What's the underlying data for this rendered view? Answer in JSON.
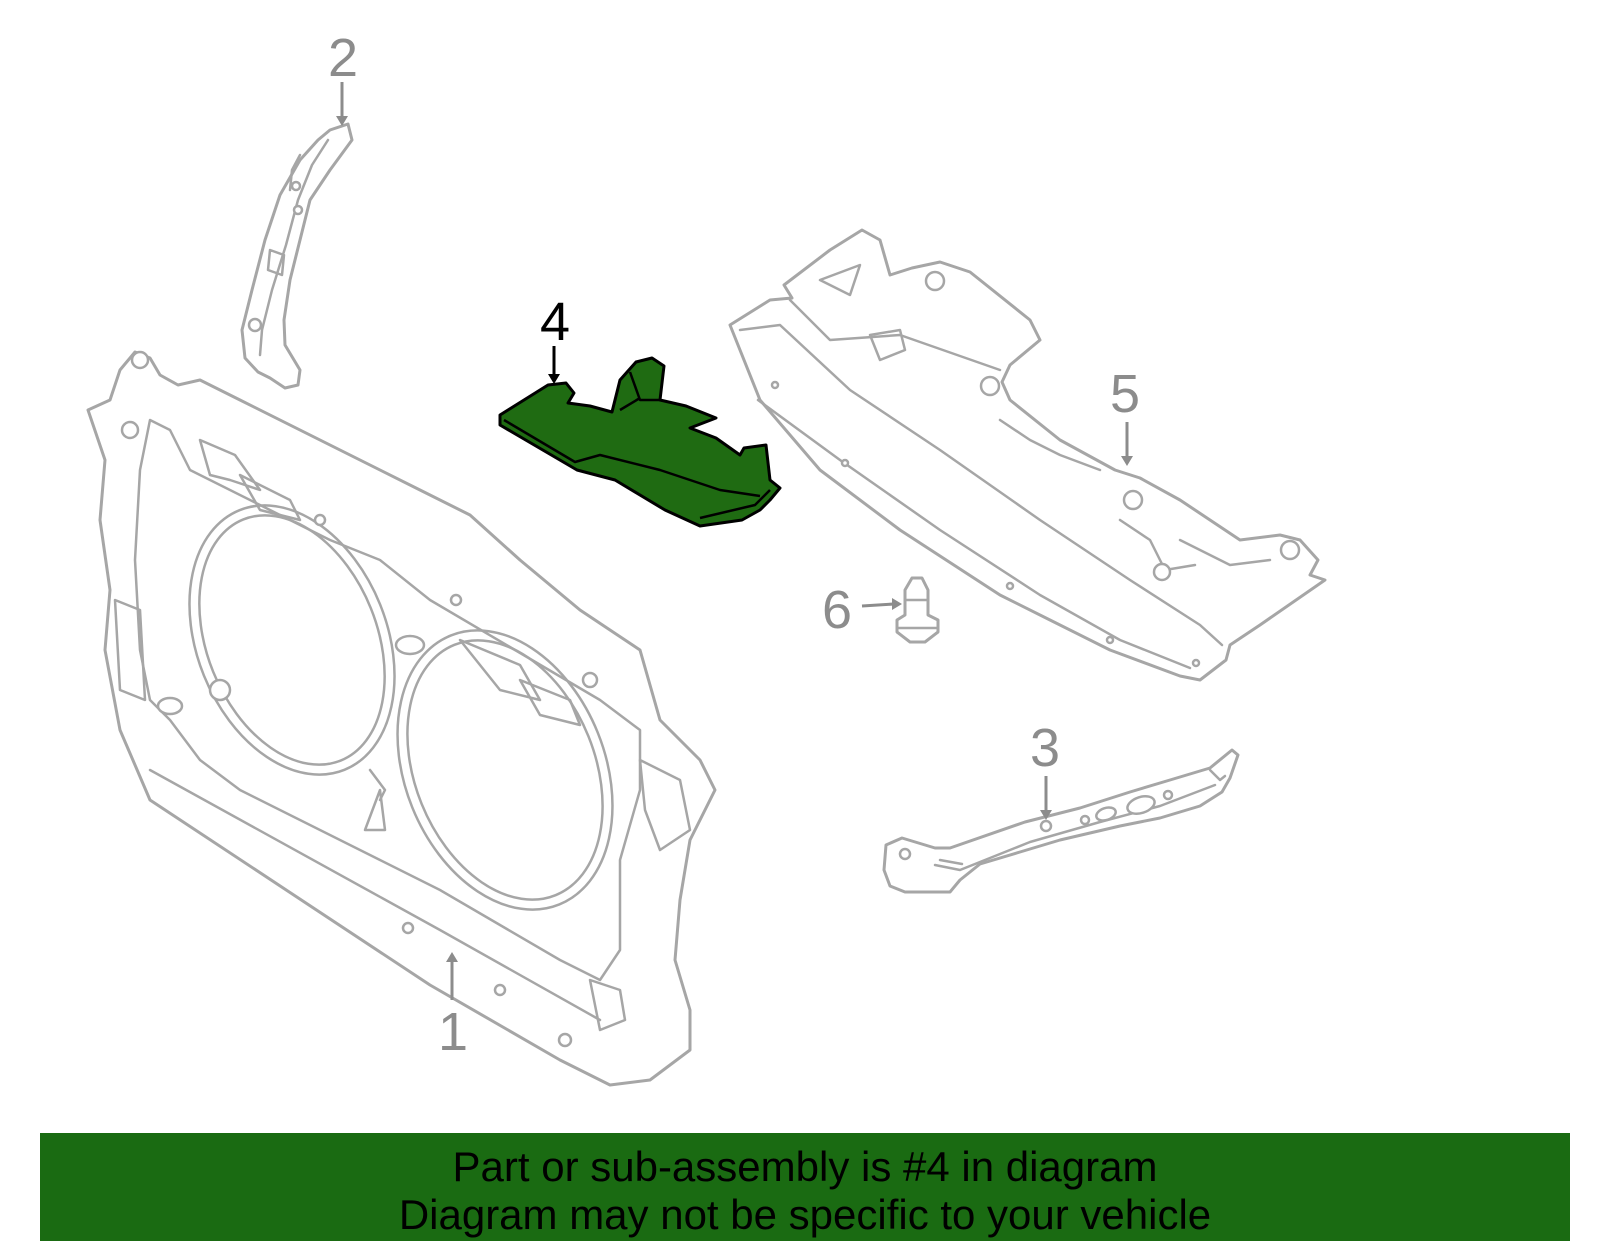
{
  "labels": {
    "part1": "1",
    "part2": "2",
    "part3": "3",
    "part4": "4",
    "part5": "5",
    "part6": "6"
  },
  "highlighted_part": "4",
  "colors": {
    "highlight_fill": "#1f6b12",
    "line_gray": "#a6a6a6",
    "banner_bg": "#1a6b12"
  },
  "banner": {
    "line1": "Part or sub-assembly is #4 in diagram",
    "line2": "Diagram may not be specific to your vehicle"
  }
}
